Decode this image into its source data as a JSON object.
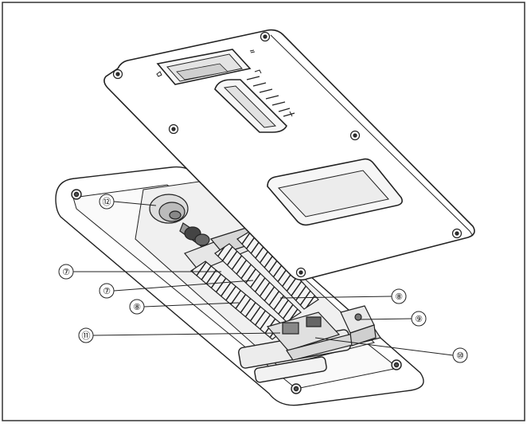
{
  "figure": {
    "callouts": [
      {
        "id": "c12",
        "label": "⑫"
      },
      {
        "id": "c7a",
        "label": "⑦"
      },
      {
        "id": "c7b",
        "label": "⑦"
      },
      {
        "id": "c8a",
        "label": "⑧"
      },
      {
        "id": "c8b",
        "label": "⑧"
      },
      {
        "id": "c9",
        "label": "⑨"
      },
      {
        "id": "c11",
        "label": "⑪"
      },
      {
        "id": "c10",
        "label": "⑩"
      }
    ]
  }
}
